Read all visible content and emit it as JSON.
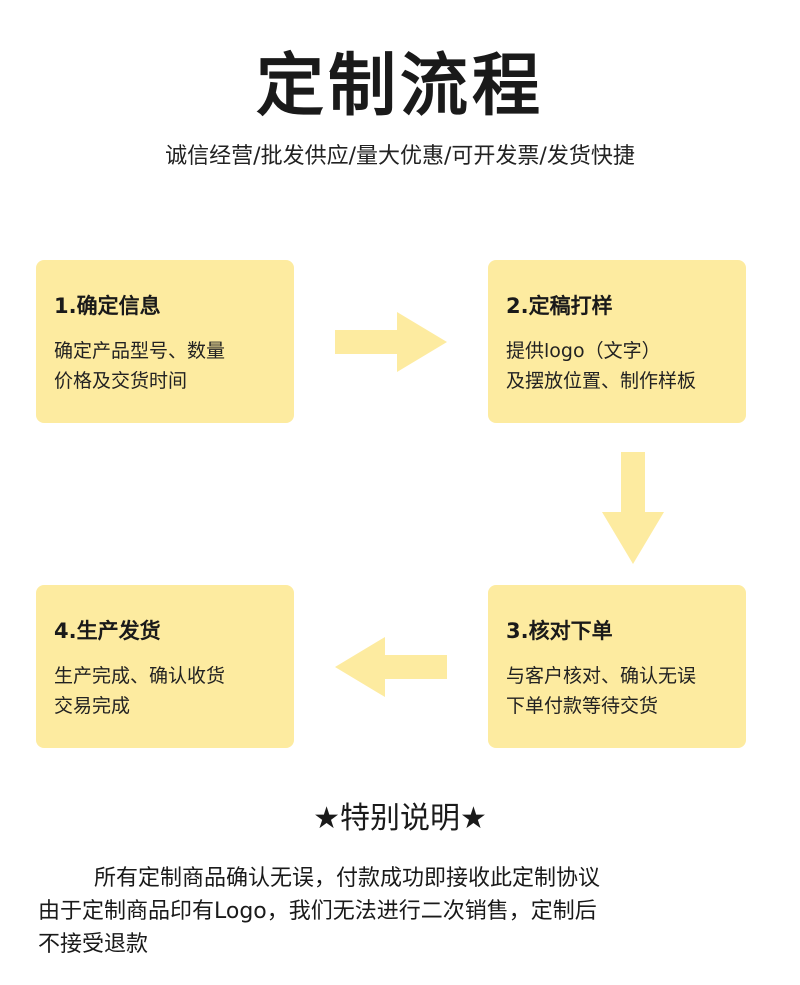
{
  "header": {
    "title": "定制流程",
    "subtitle": "诚信经营/批发供应/量大优惠/可开发票/发货快捷"
  },
  "steps": [
    {
      "title": "1.确定信息",
      "lines": [
        "确定产品型号、数量",
        "价格及交货时间"
      ]
    },
    {
      "title": "2.定稿打样",
      "lines": [
        "提供logo（文字）",
        "及摆放位置、制作样板"
      ]
    },
    {
      "title": "3.核对下单",
      "lines": [
        "与客户核对、确认无误",
        "下单付款等待交货"
      ]
    },
    {
      "title": "4.生产发货",
      "lines": [
        "生产完成、确认收货",
        "交易完成"
      ]
    }
  ],
  "arrows": [
    {
      "name": "arrow-right-icon",
      "direction": "right"
    },
    {
      "name": "arrow-down-icon",
      "direction": "down"
    },
    {
      "name": "arrow-left-icon",
      "direction": "left"
    }
  ],
  "note": {
    "heading": "★特别说明★",
    "lines": [
      "所有定制商品确认无误，付款成功即接收此定制协议",
      "由于定制商品印有Logo，我们无法进行二次销售，定制后",
      "不接受退款"
    ]
  },
  "colors": {
    "card_background": "#fdeba0",
    "arrow": "#fdeba0",
    "text": "#1a1a1a"
  }
}
